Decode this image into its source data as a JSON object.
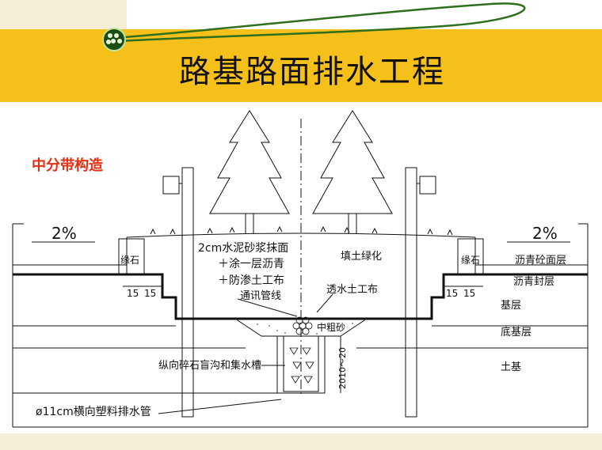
{
  "title": "路基路面排水工程",
  "subtitle": "中分带构造",
  "colors": {
    "banner": "#f6c01b",
    "subtitle": "#e53014",
    "orbit": "#2f6e1c"
  },
  "labels": {
    "slope_left": "2%",
    "slope_right": "2%",
    "curb_left": "缘石",
    "curb_right": "缘石",
    "cement_mortar": "2cm水泥砂浆抹面",
    "asphalt_coat": "＋涂一层沥青",
    "waterproof_geotextile": "＋防渗土工布",
    "comm_pipe": "通讯管线",
    "permeable_geotextile": "透水土工布",
    "fill_soil": "填土绿化",
    "asphalt_surface": "沥青砼面层",
    "asphalt_seal": "沥青封层",
    "base": "基层",
    "subbase": "底基层",
    "subgrade": "土基",
    "medium_sand": "中粗砂",
    "gravel_drain": "纵向碎石盲沟和集水槽",
    "pipe": "ø11cm横向塑料排水管",
    "dim_15_a": "15",
    "dim_15_b": "15",
    "dim_15_c": "15",
    "dim_15_d": "15",
    "dim_vertical": "2010～20"
  }
}
